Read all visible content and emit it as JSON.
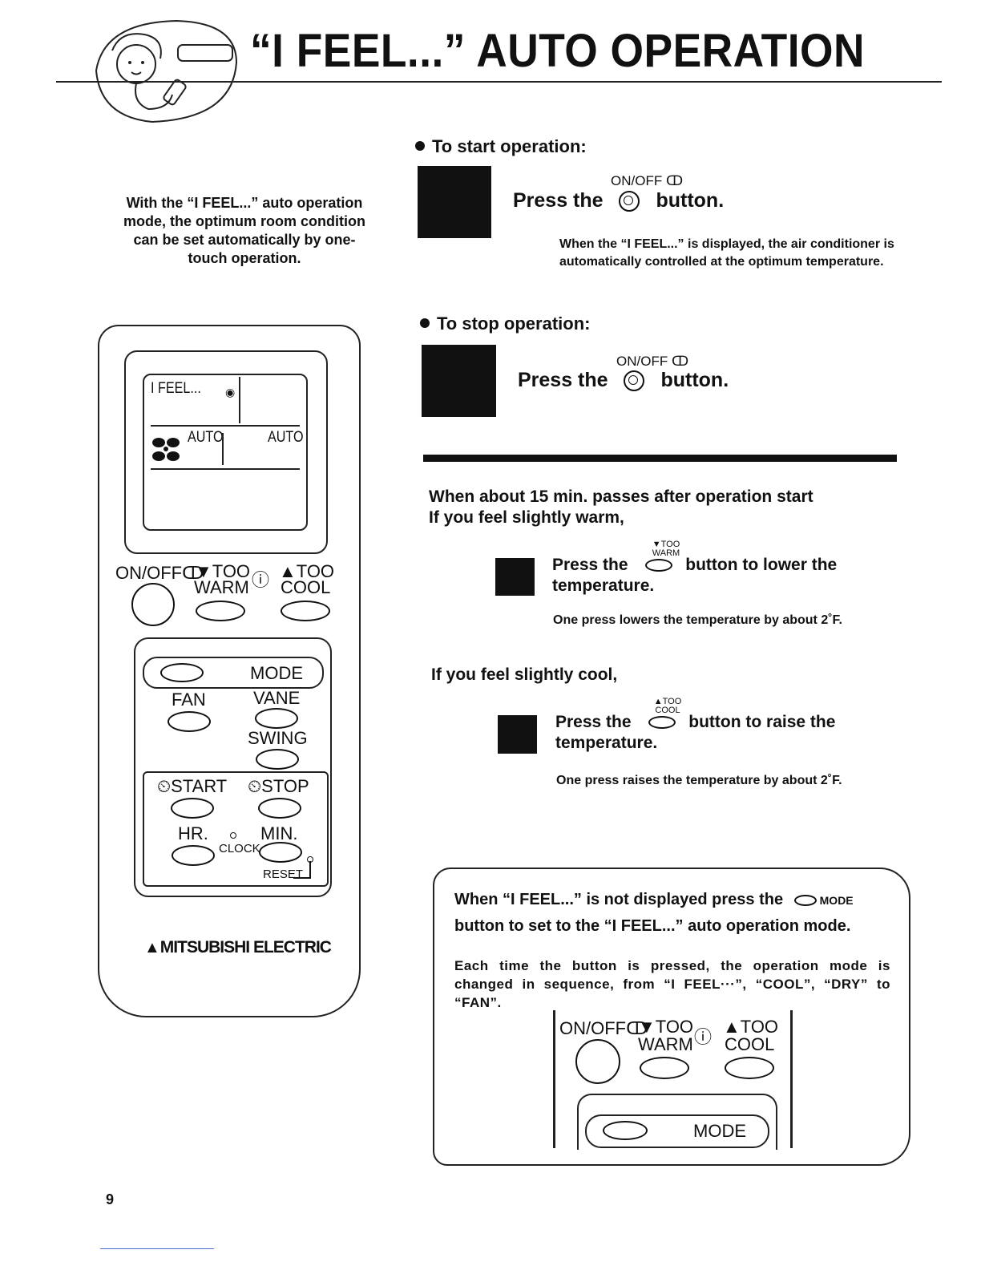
{
  "header": {
    "title": "“I FEEL...” AUTO OPERATION"
  },
  "intro": "With the “I FEEL...” auto operation mode, the optimum room condition can be set automatically by one-touch operation.",
  "start": {
    "heading": "To start operation:",
    "button_label": "ON/OFF ↀ",
    "press_pre": "Press the",
    "press_post": "button.",
    "note": "When the “I FEEL...” is displayed, the air conditioner is automatically controlled at the optimum temperature."
  },
  "stop": {
    "heading": "To stop operation:",
    "button_label": "ON/OFF ↀ",
    "press_pre": "Press the",
    "press_post": "button."
  },
  "adjust": {
    "heading_line1": "When about 15 min. passes after operation start",
    "heading_line2": "If you feel slightly warm,",
    "warm_btn_line1": "▼TOO",
    "warm_btn_line2": "WARM",
    "warm_press_pre": "Press the",
    "warm_press_post": "button to lower the",
    "warm_press_line2": "temperature.",
    "warm_note": "One press lowers the temperature by about 2˚F.",
    "cool_heading": "If you feel slightly cool,",
    "cool_btn_line1": "▲TOO",
    "cool_btn_line2": "COOL",
    "cool_press_pre": "Press the",
    "cool_press_post": "button to raise the",
    "cool_press_line2": "temperature.",
    "cool_note": "One press raises the temperature by about 2˚F."
  },
  "remote": {
    "lcd_ifeel": "I FEEL...",
    "lcd_auto_left": "AUTO",
    "lcd_auto_right": "AUTO",
    "onoff": "ON/OFFↀ",
    "too_warm_1": "▼TOO",
    "too_warm_2": "WARM",
    "too_cool_1": "▲TOO",
    "too_cool_2": "COOL",
    "mode": "MODE",
    "fan": "FAN",
    "vane": "VANE",
    "swing": "SWING",
    "start": "⏲START",
    "stop": "⏲STOP",
    "hr": "HR.",
    "min": "MIN.",
    "clock": "CLOCK",
    "reset": "RESET",
    "brand": "MITSUBISHI ELECTRIC"
  },
  "box": {
    "line1_pre": "When “I FEEL...” is not displayed press the",
    "mode_label": "MODE",
    "line2": "button to set to the “I FEEL...” auto operation mode.",
    "note": "Each time the button is pressed, the operation mode is changed in sequence, from “I FEEL···”, “COOL”, “DRY” to “FAN”.",
    "onoff": "ON/OFFↀ",
    "too_warm_1": "▼TOO",
    "too_warm_2": "WARM",
    "too_cool_1": "▲TOO",
    "too_cool_2": "COOL",
    "mode": "MODE"
  },
  "page_number": "9"
}
